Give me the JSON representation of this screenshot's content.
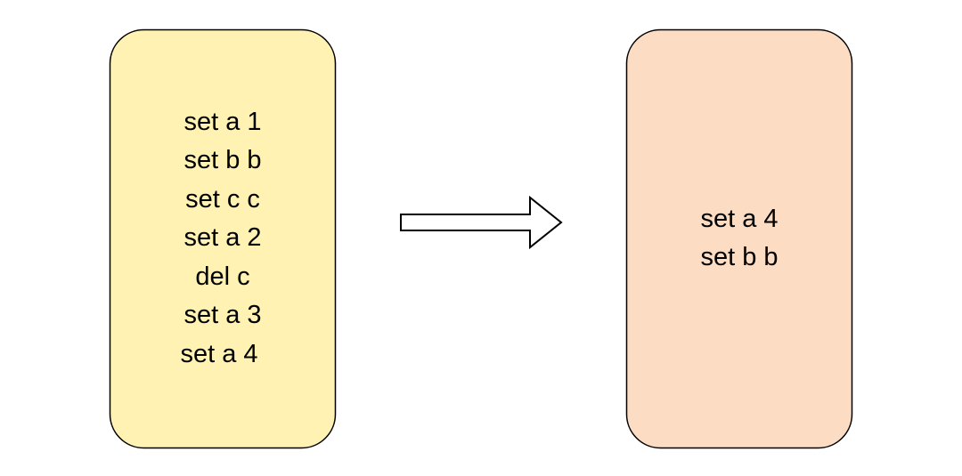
{
  "left_box": {
    "fill": "#fff2b3",
    "lines": [
      "set a 1",
      "set b b",
      "set c c",
      "set a 2",
      "del c",
      "set a 3",
      "set a 4"
    ]
  },
  "right_box": {
    "fill": "#fddcc4",
    "lines": [
      "set a 4",
      "set b b"
    ]
  },
  "arrow": {
    "direction": "right",
    "fill": "#ffffff"
  }
}
